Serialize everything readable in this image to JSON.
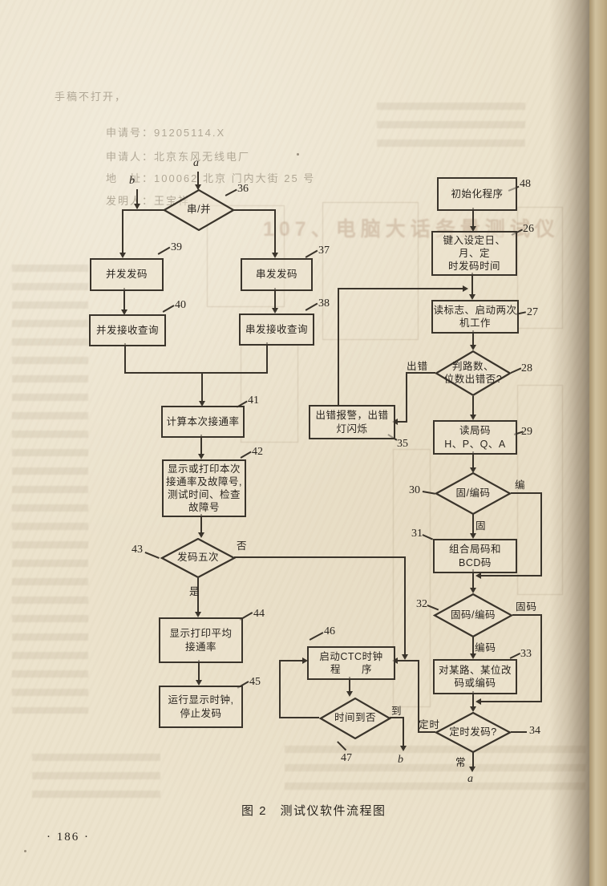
{
  "document": {
    "figure_caption": "图 2　测试仪软件流程图",
    "page_number": "· 186 ·",
    "ghost_title": "107、电脑大话务量测试仪",
    "faint_header": {
      "line1": "手稿不打开，",
      "line2": "申请号：91205114.X",
      "line3": "申请人：北京东风无线电厂",
      "line4": "地　址：100062 北京 门内大街 25 号",
      "line5": "发明人：王宝祥"
    }
  },
  "flowchart": {
    "nodes": {
      "n48": {
        "num": "48",
        "text": "初始化程序"
      },
      "n26": {
        "num": "26",
        "text": "键入设定日、月、定\n时发码时间"
      },
      "n27": {
        "num": "27",
        "text": "读标志、启动两次\n机工作"
      },
      "n28": {
        "num": "28",
        "text": "判路数、\n位数出错否?"
      },
      "n29": {
        "num": "29",
        "text": "读局码\nH、P、Q、A"
      },
      "n30": {
        "num": "30",
        "text": "固/编码"
      },
      "n31": {
        "num": "31",
        "text": "组合局码和\nBCD码"
      },
      "n32": {
        "num": "32",
        "text": "固码/编码"
      },
      "n33": {
        "num": "33",
        "text": "对某路、某位改\n码或编码"
      },
      "n34": {
        "num": "34",
        "text": "定时发码?"
      },
      "n35": {
        "num": "35",
        "text": "出错报警，出错\n灯闪烁"
      },
      "n36": {
        "num": "36",
        "text": "串/并"
      },
      "n37": {
        "num": "37",
        "text": "串发发码"
      },
      "n38": {
        "num": "38",
        "text": "串发接收查询"
      },
      "n39": {
        "num": "39",
        "text": "并发发码"
      },
      "n40": {
        "num": "40",
        "text": "并发接收查询"
      },
      "n41": {
        "num": "41",
        "text": "计算本次接通率"
      },
      "n42": {
        "num": "42",
        "text": "显示或打印本次\n接通率及故障号,\n测试时间、检查\n故障号"
      },
      "n43": {
        "num": "43",
        "text": "发码五次"
      },
      "n44": {
        "num": "44",
        "text": "显示打印平均\n接通率"
      },
      "n45": {
        "num": "45",
        "text": "运行显示时钟,\n停止发码"
      },
      "n46": {
        "num": "46",
        "text": "启动CTC时钟\n程　　序"
      },
      "n47": {
        "num": "47",
        "text": "时间到否"
      }
    },
    "branch_labels": {
      "no43": "否",
      "yes43": "是",
      "err28": "出错",
      "bian30": "编",
      "gu30": "固",
      "guma32": "固码",
      "bianma32": "编码",
      "dingshi34": "定时",
      "chang34": "常",
      "dao47": "到"
    },
    "connectors": {
      "a_top": "a",
      "b_top": "b",
      "b_bottom": "b",
      "a_bottom": "a"
    }
  }
}
